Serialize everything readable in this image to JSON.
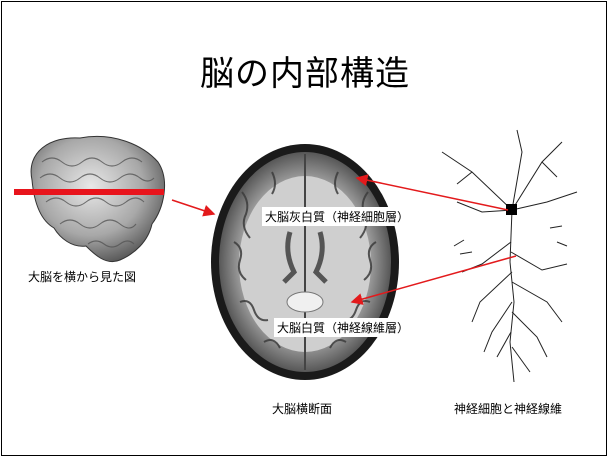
{
  "slide": {
    "title": "脳の内部構造",
    "captions": {
      "side_brain": "大脳を横から見た図",
      "cross_section": "大脳横断面",
      "neuron": "神経細胞と神経線維"
    },
    "labels": {
      "gray_matter": "大脳灰白質（神経細胞層）",
      "white_matter": "大脳白質（神経線維層）"
    },
    "colors": {
      "arrow": "#e31a1c",
      "cut_line": "#e8141c"
    }
  }
}
